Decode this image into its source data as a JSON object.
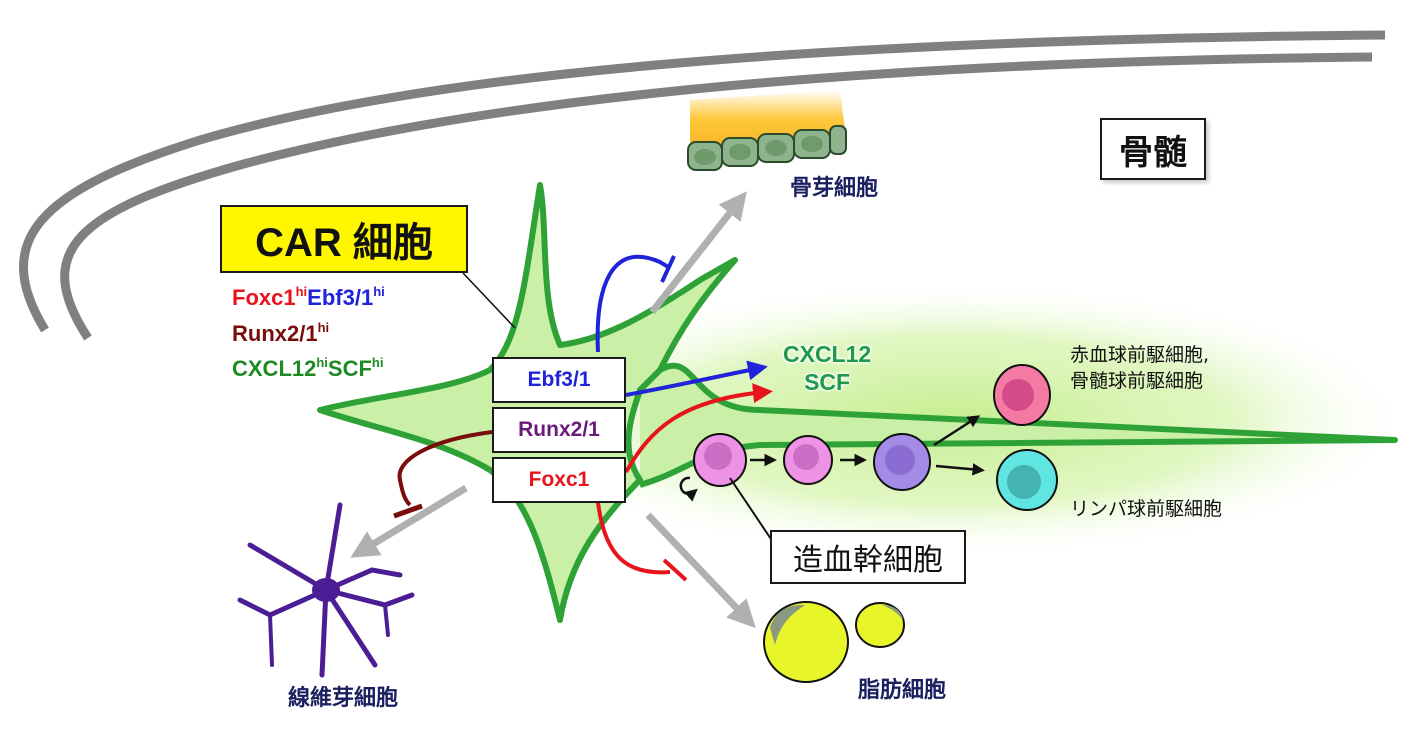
{
  "region_label": "骨髄",
  "car_cell": {
    "title": "CAR 細胞",
    "markers": [
      [
        {
          "text": "Foxc1",
          "sup": "hi",
          "color": "#e8141b"
        },
        {
          "text": "Ebf3/1",
          "sup": "hi",
          "color": "#1f23d9"
        }
      ],
      [
        {
          "text": "Runx2/1",
          "sup": "hi",
          "color": "#7a0c0c"
        }
      ],
      [
        {
          "text": "CXCL12",
          "sup": "hi",
          "color": "#1e8a23"
        },
        {
          "text": "SCF",
          "sup": "hi",
          "color": "#1e8a23"
        }
      ]
    ]
  },
  "transcription_factors": [
    {
      "label": "Ebf3/1",
      "color": "#1f23d9"
    },
    {
      "label": "Runx2/1",
      "color": "#6a1b7a"
    },
    {
      "label": "Foxc1",
      "color": "#e8141b"
    }
  ],
  "secreted_factors": {
    "line1": "CXCL12",
    "line2": "SCF",
    "color": "#1e9a4a"
  },
  "cell_types": {
    "osteoblast": "骨芽細胞",
    "fibroblast": "線維芽細胞",
    "adipocyte": "脂肪細胞",
    "hsc": "造血幹細胞",
    "erythro_myeloid_line1": "赤血球前駆細胞,",
    "erythro_myeloid_line2": "骨髄球前駆細胞",
    "lymphoid": "リンパ球前駆細胞"
  },
  "colors": {
    "car_fill": "#c9f0a6",
    "car_stroke": "#2ea236",
    "bone": "#808080",
    "arrow_gray": "#b0b0b0",
    "cell_label": "#1b2060",
    "fibroblast": "#4b1e96",
    "adipocyte": "#e8f52a",
    "hsc": "#ee92e6",
    "progenitor_purple": "#a58be8",
    "erythro": "#f47aa4",
    "lymphoid": "#5fe6e3"
  }
}
